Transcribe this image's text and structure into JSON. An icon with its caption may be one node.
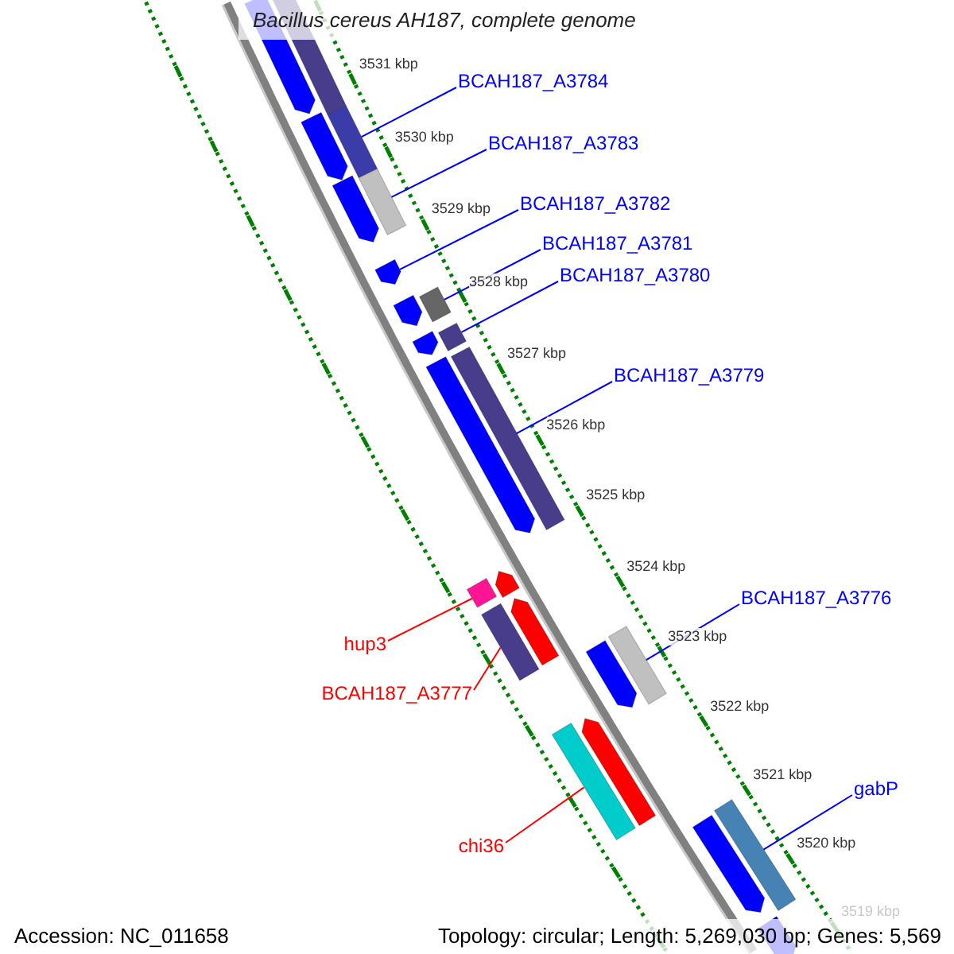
{
  "diagram": {
    "title": "Bacillus cereus AH187, complete genome",
    "nodes": [
      {
        "text": [
          "BCAH187_A3784"
        ]
      },
      {
        "text": [],
        "shape": "bar"
      },
      {
        "text": [
          "BCAH187_A3783"
        ]
      },
      {
        "text": [],
        "shape": "bar"
      },
      {
        "text": [
          "BCAH187_A3782"
        ]
      },
      {
        "text": [],
        "shape": "arrow"
      },
      {
        "text": [
          "BCAH187_A3781"
        ]
      },
      {
        "text": [],
        "shape": "bar"
      },
      {
        "text": [
          "BCAH187_A3780"
        ]
      },
      {
        "text": [],
        "shape": "bar"
      },
      {
        "text": [
          "BCAH187_A3779"
        ]
      },
      {
        "text": [],
        "shape": "bar"
      },
      {
        "text": [
          "hup3"
        ]
      },
      {
        "text": [],
        "shape": "bar"
      },
      {
        "text": [
          "BCAH187_A3776"
        ]
      },
      {
        "text": [],
        "shape": "bar"
      },
      {
        "text": [
          "BCAH187_A3777"
        ]
      },
      {
        "text": [],
        "shape": "bar"
      },
      {
        "text": [
          "chi36"
        ]
      },
      {
        "text": [],
        "shape": "bar"
      },
      {
        "text": [
          "gabP"
        ]
      },
      {
        "text": [],
        "shape": "bar"
      },
      {
        "text": [],
        "shape": "arrow"
      },
      {
        "text": [],
        "shape": "bar"
      },
      {
        "text": [],
        "shape": "arrow"
      },
      {
        "text": [],
        "shape": "arrow"
      },
      {
        "text": [],
        "shape": "arrow"
      },
      {
        "text": [],
        "shape": "arrow"
      },
      {
        "text": [],
        "shape": "arrow"
      },
      {
        "text": [],
        "shape": "arrow"
      },
      {
        "text": [],
        "shape": "arrow"
      },
      {
        "text": [],
        "shape": "arrow"
      },
      {
        "text": [],
        "shape": "arrow"
      },
      {
        "text": [],
        "shape": "arrow"
      },
      {
        "text": [],
        "shape": "arrow"
      }
    ],
    "edges": [
      {
        "from": 0,
        "to": 1,
        "arrow": "none"
      },
      {
        "from": 2,
        "to": 3,
        "arrow": "none"
      },
      {
        "from": 4,
        "to": 5,
        "arrow": "none"
      },
      {
        "from": 6,
        "to": 7,
        "arrow": "none"
      },
      {
        "from": 8,
        "to": 9,
        "arrow": "none"
      },
      {
        "from": 10,
        "to": 11,
        "arrow": "none"
      },
      {
        "from": 12,
        "to": 13,
        "arrow": "none",
        "color": "#ff0000"
      },
      {
        "from": 14,
        "to": 15,
        "arrow": "none"
      },
      {
        "from": 16,
        "to": 17,
        "arrow": "none",
        "color": "#ff0000"
      },
      {
        "from": 18,
        "to": 19,
        "arrow": "none",
        "color": "#ff0000"
      },
      {
        "from": 20,
        "to": 21,
        "arrow": "none"
      }
    ],
    "labels": [
      "3531 kbp",
      "3530 kbp",
      "3529 kbp",
      "3528 kbp",
      "3527 kbp",
      "3526 kbp",
      "3525 kbp",
      "3524 kbp",
      "3523 kbp",
      "3522 kbp",
      "3521 kbp",
      "3520 kbp",
      "3519 kbp",
      "Accession: NC_011658",
      "Topology: circular; Length: 5,269,030 bp; Genes: 5,569"
    ]
  }
}
